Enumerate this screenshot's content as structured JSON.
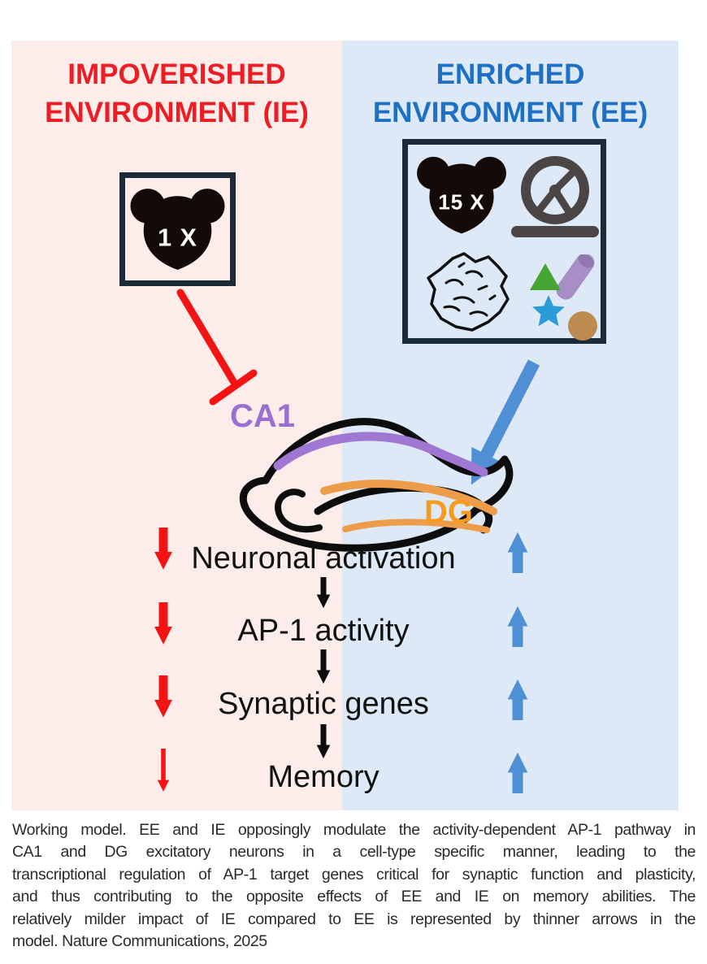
{
  "panels": {
    "ie": {
      "title_line1": "IMPOVERISHED",
      "title_line2": "ENVIRONMENT (IE)",
      "title_color": "#ee1c23",
      "bg_color": "#fcecea",
      "mouse_count": "1 X",
      "arrow_color": "#f31313"
    },
    "ee": {
      "title_line1": "ENRICHED",
      "title_line2": "ENVIRONMENT (EE)",
      "title_color": "#1d70c4",
      "bg_color": "#dde9f6",
      "mouse_count": "15 X",
      "arrow_color": "#4f8fd4"
    }
  },
  "hippocampus": {
    "ca1_label": "CA1",
    "ca1_color": "#9b6fd0",
    "dg_label": "DG",
    "dg_color": "#f79b1e",
    "outline_color": "#0d0d0d"
  },
  "cascade": {
    "rows": [
      {
        "label": "Neuronal activation"
      },
      {
        "label": "AP-1 activity"
      },
      {
        "label": "Synaptic genes"
      },
      {
        "label": "Memory"
      }
    ],
    "link_arrow_color": "#0d0d0d"
  },
  "enrichment_items": [
    "mouse-head-15x-icon",
    "running-wheel-icon",
    "nesting-material-icon",
    "triangle-toy-icon",
    "cylinder-toy-icon",
    "star-toy-icon",
    "ball-toy-icon"
  ],
  "caption": {
    "lines": [
      "Working model. EE and IE opposingly modulate the activity-dependent AP-1 pathway in",
      "CA1 and DG excitatory neurons in a cell-type specific manner, leading to the",
      "transcriptional regulation of AP-1 target genes critical for synaptic function and plasticity,",
      "and thus contributing to the opposite effects of EE and IE on memory abilities. The",
      "relatively milder impact of IE compared to EE is represented by thinner arrows in the",
      "model. Nature Communications, 2025"
    ]
  }
}
